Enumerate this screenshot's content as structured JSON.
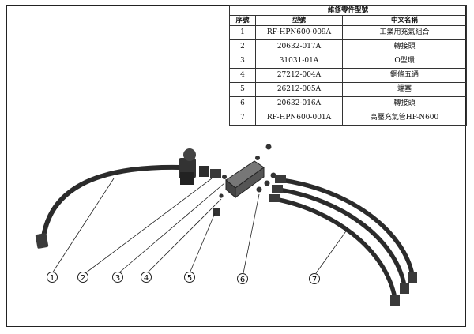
{
  "table": {
    "title": "維修零件型號",
    "headers": {
      "no": "序號",
      "model": "型號",
      "name": "中文名稱"
    },
    "rows": [
      {
        "no": "1",
        "model": "RF-HPN600-009A",
        "name": "工業用充氣組合"
      },
      {
        "no": "2",
        "model": "20632-017A",
        "name": "轉接頭"
      },
      {
        "no": "3",
        "model": "31031-01A",
        "name": "O型環"
      },
      {
        "no": "4",
        "model": "27212-004A",
        "name": "銅條五通"
      },
      {
        "no": "5",
        "model": "26212-005A",
        "name": "端塞"
      },
      {
        "no": "6",
        "model": "20632-016A",
        "name": "轉接頭"
      },
      {
        "no": "7",
        "model": "RF-HPN600-001A",
        "name": "高壓充氣管HP-N600"
      }
    ]
  },
  "balloons": [
    "1",
    "2",
    "3",
    "4",
    "5",
    "6",
    "7"
  ],
  "colors": {
    "line": "#222222",
    "hose": "#2b2b2b",
    "fitting": "#3a3a3a"
  }
}
